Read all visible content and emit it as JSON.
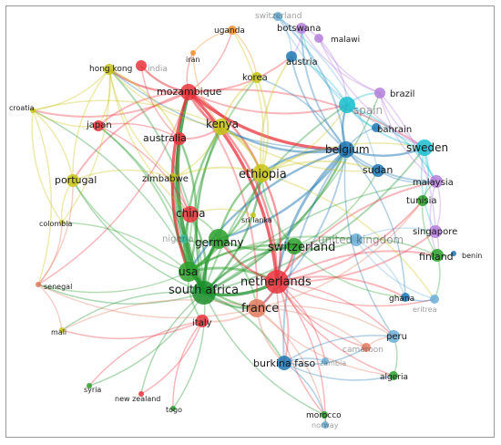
{
  "network": {
    "layout_note_colors": {
      "red": "#e8323c",
      "green": "#2ca02c",
      "darkgreen": "#1a8f2a",
      "blue": "#1f77b4",
      "cyan": "#17becf",
      "yellow": "#c8c417",
      "purple": "#b57edc",
      "orange": "#f28e2b",
      "salmon": "#e07a5f",
      "lightblue": "#6baed6",
      "teal": "#3fbfa0"
    },
    "nodes": [
      {
        "id": "switzerland_top",
        "label": "switzerland",
        "color": "lightblue"
      },
      {
        "id": "botswana",
        "label": "botswana",
        "color": "purple"
      },
      {
        "id": "malawi",
        "label": "malawi",
        "color": "purple"
      },
      {
        "id": "uganda",
        "label": "uganda",
        "color": "orange"
      },
      {
        "id": "iran",
        "label": "iran",
        "color": "orange"
      },
      {
        "id": "hong_kong",
        "label": "hong kong",
        "color": "yellow"
      },
      {
        "id": "india",
        "label": "india",
        "color": "red"
      },
      {
        "id": "austria",
        "label": "austria",
        "color": "blue"
      },
      {
        "id": "korea",
        "label": "korea",
        "color": "yellow"
      },
      {
        "id": "mozambique",
        "label": "mozambique",
        "color": "red"
      },
      {
        "id": "croatia",
        "label": "croatia",
        "color": "yellow"
      },
      {
        "id": "japan",
        "label": "japan",
        "color": "red"
      },
      {
        "id": "kenya",
        "label": "kenya",
        "color": "yellow"
      },
      {
        "id": "brazil",
        "label": "brazil",
        "color": "purple"
      },
      {
        "id": "spain",
        "label": "spain",
        "color": "cyan"
      },
      {
        "id": "bahrain",
        "label": "bahrain",
        "color": "blue"
      },
      {
        "id": "australia",
        "label": "australia",
        "color": "red"
      },
      {
        "id": "belgium",
        "label": "belgium",
        "color": "blue"
      },
      {
        "id": "sweden",
        "label": "sweden",
        "color": "cyan"
      },
      {
        "id": "sudan",
        "label": "sudan",
        "color": "blue"
      },
      {
        "id": "ethiopia",
        "label": "ethiopia",
        "color": "yellow"
      },
      {
        "id": "zimbabwe",
        "label": "zimbabwe",
        "color": "yellow"
      },
      {
        "id": "portugal",
        "label": "portugal",
        "color": "yellow"
      },
      {
        "id": "malaysia",
        "label": "malaysia",
        "color": "purple"
      },
      {
        "id": "tunisia",
        "label": "tunisia",
        "color": "green"
      },
      {
        "id": "china",
        "label": "china",
        "color": "red"
      },
      {
        "id": "sri_lanka",
        "label": "sri lanka",
        "color": "yellow"
      },
      {
        "id": "colombia",
        "label": "colombia",
        "color": "yellow"
      },
      {
        "id": "nigeria",
        "label": "nigeria",
        "color": "teal"
      },
      {
        "id": "germany",
        "label": "germany",
        "color": "green"
      },
      {
        "id": "switzerland",
        "label": "switzerland",
        "color": "green"
      },
      {
        "id": "united_kingdom",
        "label": "united kingdom",
        "color": "lightblue"
      },
      {
        "id": "singapore",
        "label": "singapore",
        "color": "purple"
      },
      {
        "id": "finland",
        "label": "finland",
        "color": "green"
      },
      {
        "id": "benin",
        "label": "benin",
        "color": "blue"
      },
      {
        "id": "usa",
        "label": "usa",
        "color": "green"
      },
      {
        "id": "netherlands",
        "label": "netherlands",
        "color": "red"
      },
      {
        "id": "south_africa",
        "label": "south africa",
        "color": "darkgreen"
      },
      {
        "id": "senegal",
        "label": "senegal",
        "color": "salmon"
      },
      {
        "id": "ghana",
        "label": "ghana",
        "color": "blue"
      },
      {
        "id": "eritrea",
        "label": "eritrea",
        "color": "lightblue"
      },
      {
        "id": "france",
        "label": "france",
        "color": "salmon"
      },
      {
        "id": "italy",
        "label": "italy",
        "color": "red"
      },
      {
        "id": "mali",
        "label": "mali",
        "color": "yellow"
      },
      {
        "id": "peru",
        "label": "peru",
        "color": "lightblue"
      },
      {
        "id": "cameroon",
        "label": "cameroon",
        "color": "salmon"
      },
      {
        "id": "burkina_faso",
        "label": "burkina faso",
        "color": "blue"
      },
      {
        "id": "zambia",
        "label": "zambia",
        "color": "lightblue"
      },
      {
        "id": "algeria",
        "label": "algeria",
        "color": "green"
      },
      {
        "id": "syria",
        "label": "syria",
        "color": "green"
      },
      {
        "id": "new_zealand",
        "label": "new zealand",
        "color": "red"
      },
      {
        "id": "togo",
        "label": "togo",
        "color": "green"
      },
      {
        "id": "morocco",
        "label": "morocco",
        "color": "green"
      },
      {
        "id": "norway",
        "label": "norway",
        "color": "lightblue"
      }
    ]
  }
}
